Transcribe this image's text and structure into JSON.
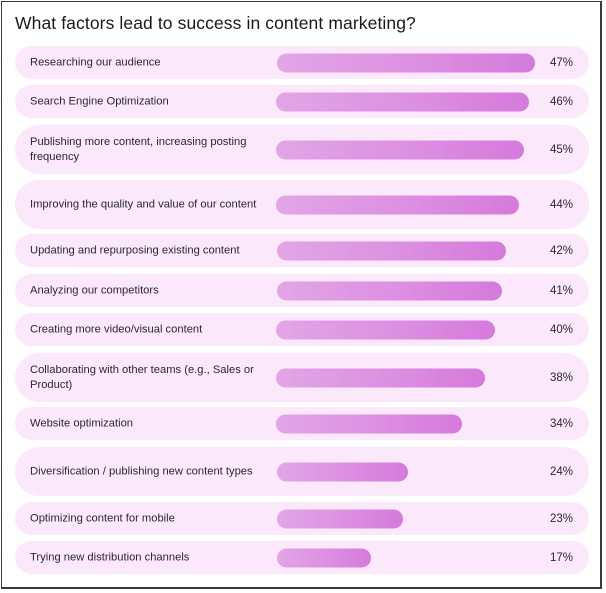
{
  "title": "What factors lead to success in content marketing?",
  "colors": {
    "row_background": "#fbe8fb",
    "bar_start": "#e2a6e6",
    "bar_end": "#d57adb",
    "text": "#2b2730"
  },
  "rows": [
    {
      "label": "Researching our audience",
      "value": 47,
      "pct": "47%"
    },
    {
      "label": "Search Engine Optimization",
      "value": 46,
      "pct": "46%"
    },
    {
      "label": "Publishing more content, increasing posting frequency",
      "value": 45,
      "pct": "45%"
    },
    {
      "label": "Improving the quality and value of our content",
      "value": 44,
      "pct": "44%"
    },
    {
      "label": "Updating and repurposing existing content",
      "value": 42,
      "pct": "42%"
    },
    {
      "label": "Analyzing our competitors",
      "value": 41,
      "pct": "41%"
    },
    {
      "label": "Creating more video/visual content",
      "value": 40,
      "pct": "40%"
    },
    {
      "label": "Collaborating with other teams (e.g., Sales or Product)",
      "value": 38,
      "pct": "38%"
    },
    {
      "label": "Website optimization",
      "value": 34,
      "pct": "34%"
    },
    {
      "label": "Diversification / publishing new content types",
      "value": 24,
      "pct": "24%"
    },
    {
      "label": "Optimizing content for mobile",
      "value": 23,
      "pct": "23%"
    },
    {
      "label": "Trying new distribution channels",
      "value": 17,
      "pct": "17%"
    }
  ],
  "chart_data": {
    "type": "bar",
    "orientation": "horizontal",
    "title": "What factors lead to success in content marketing?",
    "xlabel": "",
    "ylabel": "",
    "unit": "%",
    "categories": [
      "Researching our audience",
      "Search Engine Optimization",
      "Publishing more content, increasing posting frequency",
      "Improving the quality and value of our content",
      "Updating and repurposing existing content",
      "Analyzing our competitors",
      "Creating more video/visual content",
      "Collaborating with other teams (e.g., Sales or Product)",
      "Website optimization",
      "Diversification / publishing new content types",
      "Optimizing content for mobile",
      "Trying new distribution channels"
    ],
    "values": [
      47,
      46,
      45,
      44,
      42,
      41,
      40,
      38,
      34,
      24,
      23,
      17
    ],
    "data_labels": [
      "47%",
      "46%",
      "45%",
      "44%",
      "42%",
      "41%",
      "40%",
      "38%",
      "34%",
      "24%",
      "23%",
      "17%"
    ],
    "grid": false,
    "legend": null,
    "xlim": [
      0,
      47
    ]
  }
}
